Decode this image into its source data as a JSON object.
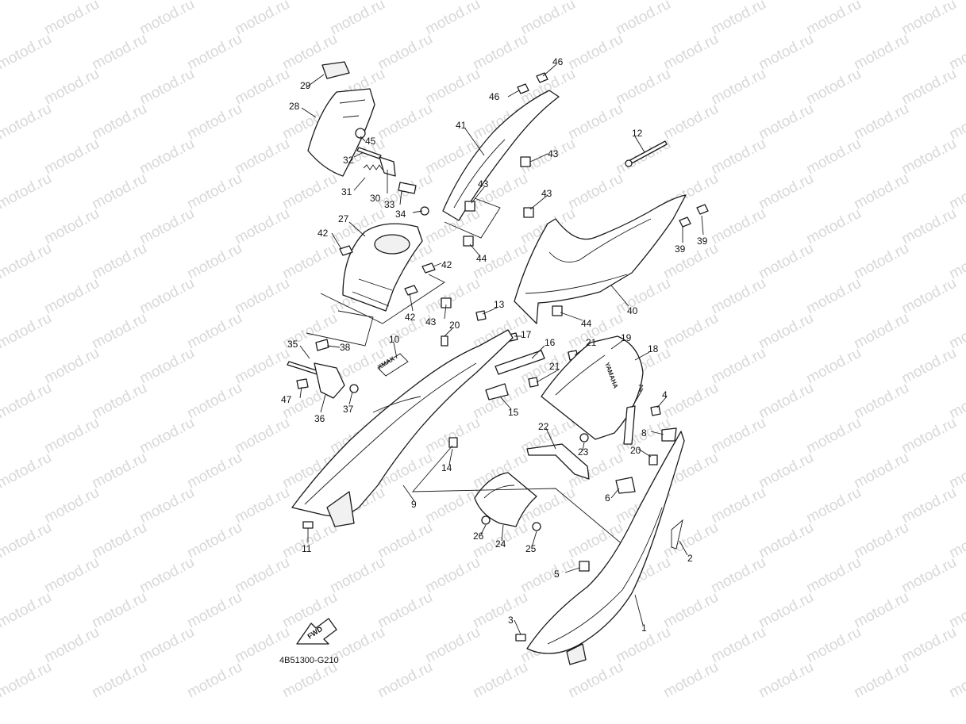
{
  "watermark": {
    "text": "motod.ru"
  },
  "diagram": {
    "code": "4B51300-G210",
    "fwd_label": "FWD",
    "brand_mark": "YAMAHA",
    "model_mark": "XMAX",
    "callouts": [
      {
        "id": "c1",
        "label": "1"
      },
      {
        "id": "c2",
        "label": "2"
      },
      {
        "id": "c3",
        "label": "3"
      },
      {
        "id": "c4",
        "label": "4"
      },
      {
        "id": "c5",
        "label": "5"
      },
      {
        "id": "c6",
        "label": "6"
      },
      {
        "id": "c7",
        "label": "7"
      },
      {
        "id": "c8",
        "label": "8"
      },
      {
        "id": "c9",
        "label": "9"
      },
      {
        "id": "c10",
        "label": "10"
      },
      {
        "id": "c11",
        "label": "11"
      },
      {
        "id": "c12",
        "label": "12"
      },
      {
        "id": "c13",
        "label": "13"
      },
      {
        "id": "c14",
        "label": "14"
      },
      {
        "id": "c15",
        "label": "15"
      },
      {
        "id": "c16",
        "label": "16"
      },
      {
        "id": "c17",
        "label": "17"
      },
      {
        "id": "c18",
        "label": "18"
      },
      {
        "id": "c19",
        "label": "19"
      },
      {
        "id": "c20a",
        "label": "20"
      },
      {
        "id": "c20b",
        "label": "20"
      },
      {
        "id": "c21a",
        "label": "21"
      },
      {
        "id": "c21b",
        "label": "21"
      },
      {
        "id": "c22",
        "label": "22"
      },
      {
        "id": "c23",
        "label": "23"
      },
      {
        "id": "c24",
        "label": "24"
      },
      {
        "id": "c25",
        "label": "25"
      },
      {
        "id": "c26",
        "label": "26"
      },
      {
        "id": "c27",
        "label": "27"
      },
      {
        "id": "c28",
        "label": "28"
      },
      {
        "id": "c29",
        "label": "29"
      },
      {
        "id": "c30",
        "label": "30"
      },
      {
        "id": "c31",
        "label": "31"
      },
      {
        "id": "c32",
        "label": "32"
      },
      {
        "id": "c33",
        "label": "33"
      },
      {
        "id": "c34",
        "label": "34"
      },
      {
        "id": "c35",
        "label": "35"
      },
      {
        "id": "c36",
        "label": "36"
      },
      {
        "id": "c37",
        "label": "37"
      },
      {
        "id": "c38",
        "label": "38"
      },
      {
        "id": "c39a",
        "label": "39"
      },
      {
        "id": "c39b",
        "label": "39"
      },
      {
        "id": "c40",
        "label": "40"
      },
      {
        "id": "c41",
        "label": "41"
      },
      {
        "id": "c42a",
        "label": "42"
      },
      {
        "id": "c42b",
        "label": "42"
      },
      {
        "id": "c42c",
        "label": "42"
      },
      {
        "id": "c43a",
        "label": "43"
      },
      {
        "id": "c43b",
        "label": "43"
      },
      {
        "id": "c43c",
        "label": "43"
      },
      {
        "id": "c43d",
        "label": "43"
      },
      {
        "id": "c44a",
        "label": "44"
      },
      {
        "id": "c44b",
        "label": "44"
      },
      {
        "id": "c45",
        "label": "45"
      },
      {
        "id": "c46a",
        "label": "46"
      },
      {
        "id": "c46b",
        "label": "46"
      },
      {
        "id": "c47",
        "label": "47"
      }
    ]
  }
}
